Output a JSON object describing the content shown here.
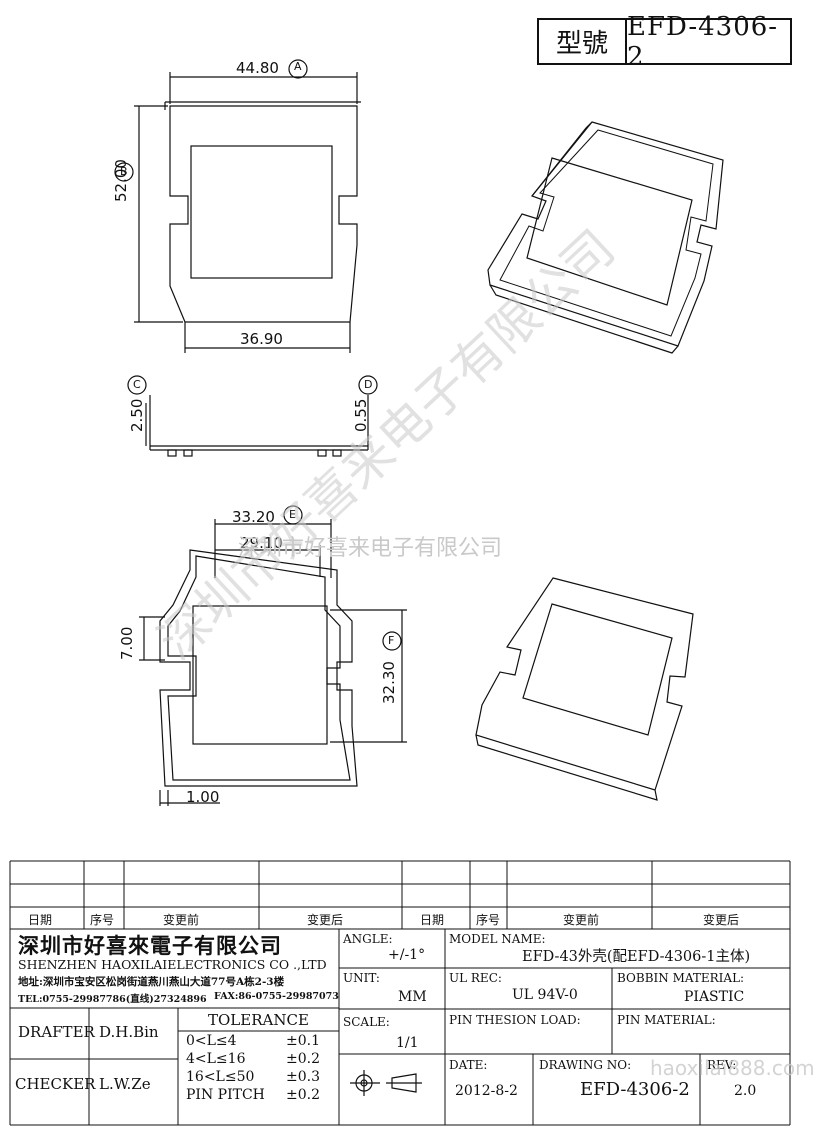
{
  "title_box": {
    "label": "型號",
    "part_no": "EFD-4306-2"
  },
  "watermark": {
    "diagonal": "深圳市好喜来电子有限公司",
    "horizontal": "深圳市好喜来电子有限公司",
    "url": "haoxilai888.com"
  },
  "dimensions": {
    "top_width": "44.80",
    "top_width_ref": "A",
    "height": "52.00",
    "height_ref": "B",
    "bottom_width": "36.90",
    "side_height": "2.50",
    "side_height_ref": "C",
    "thickness": "0.55",
    "thickness_ref": "D",
    "inner_width_outer": "33.20",
    "inner_width_outer_ref": "E",
    "inner_width_inner": "29.10",
    "notch": "7.00",
    "inner_height": "32.30",
    "inner_height_ref": "F",
    "flange": "1.00"
  },
  "revision_table": {
    "headers": [
      "日期",
      "序号",
      "变更前",
      "变更后",
      "日期",
      "序号",
      "变更前",
      "变更后"
    ]
  },
  "company": {
    "name_cn": "深圳市好喜來電子有限公司",
    "name_en": "SHENZHEN HAOXILAIELECTRONICS CO .,LTD",
    "address": "地址:深圳市宝安区松岗街道燕川燕山大道77号A栋2-3楼",
    "tel": "TEL:0755-29987786(直线)27324896",
    "fax": "FAX:86-0755-29987073"
  },
  "fields": {
    "angle_label": "ANGLE:",
    "angle_value": "+/-1°",
    "model_label": "MODEL NAME:",
    "model_value": "EFD-43外壳(配EFD-4306-1主体)",
    "unit_label": "UNIT:",
    "unit_value": "MM",
    "ul_label": "UL REC:",
    "ul_value": "UL 94V-0",
    "bobbin_label": "BOBBIN MATERIAL:",
    "bobbin_value": "PIASTIC",
    "scale_label": "SCALE:",
    "scale_value": "1/1",
    "pin_load_label": "PIN THESION LOAD:",
    "pin_material_label": "PIN MATERIAL:",
    "date_label": "DATE:",
    "date_value": "2012-8-2",
    "drawing_label": "DRAWING NO:",
    "drawing_value": "EFD-4306-2",
    "rev_label": "REV:",
    "rev_value": "2.0"
  },
  "people": {
    "drafter_label": "DRAFTER",
    "drafter_name": "D.H.Bin",
    "checker_label": "CHECKER",
    "checker_name": "L.W.Ze"
  },
  "tolerance": {
    "title": "TOLERANCE",
    "rows": [
      {
        "range": "0<L≤4",
        "value": "±0.1"
      },
      {
        "range": "4<L≤16",
        "value": "±0.2"
      },
      {
        "range": "16<L≤50",
        "value": "±0.3"
      },
      {
        "range": "PIN PITCH",
        "value": "±0.2"
      }
    ]
  }
}
